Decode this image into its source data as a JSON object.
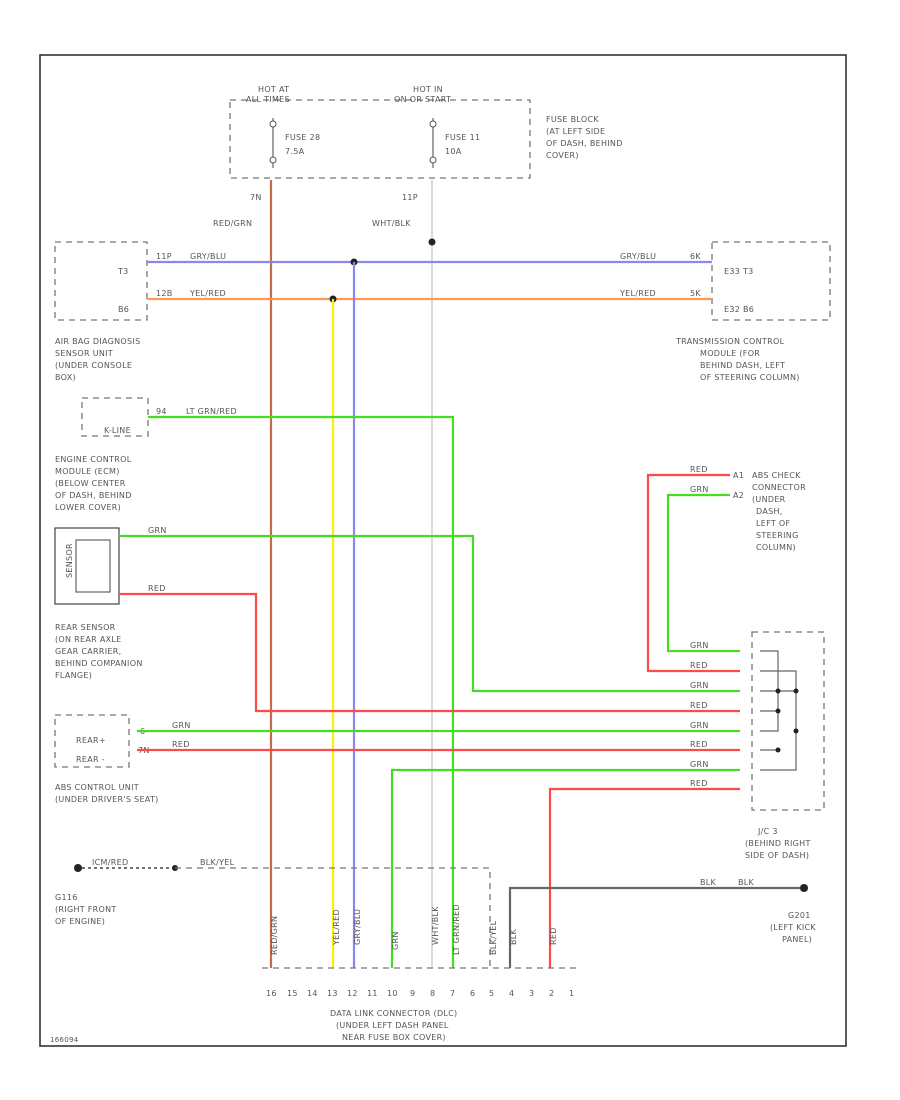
{
  "colors": {
    "red": "#ff4a4a",
    "green": "#44dd22",
    "blue": "#8a88ee",
    "orange": "#ff9a55",
    "yellow": "#ffee00",
    "white": "#cccccc",
    "gray": "#666666",
    "brown": "#c86a4a"
  },
  "fuse_block": {
    "hot_at_1": "HOT AT",
    "hot_at_1_sub": "ALL TIMES",
    "hot_at_2": "HOT IN",
    "hot_at_2_sub": "ON OR START",
    "fuse_1": "FUSE 28",
    "fuse_1_amp": "7.5A",
    "fuse_2": "FUSE 11",
    "fuse_2_amp": "10A",
    "desc": [
      "FUSE BLOCK",
      "(AT LEFT SIDE",
      "OF DASH, BEHIND",
      "COVER)"
    ]
  },
  "wires_top": {
    "red_pin": "7N",
    "red_label": "RED/GRN",
    "white_pin": "11P",
    "white_label": "WHT/BLK"
  },
  "airbag": {
    "pin1": "T3",
    "pin2": "B6",
    "desc": [
      "AIR BAG DIAGNOSIS",
      "SENSOR UNIT",
      "(UNDER CONSOLE",
      "BOX)"
    ]
  },
  "tcm": {
    "pin1": "E33 T3",
    "pin2": "E32 B6",
    "desc": [
      "TRANSMISSION CONTROL",
      "MODULE (FOR",
      "BEHIND DASH, LEFT",
      "OF STEERING COLUMN)"
    ]
  },
  "wire_labels": {
    "blue": "GRY/BLU",
    "blue_pin_l": "11P",
    "blue_pin_r": "6K",
    "orange": "YEL/RED",
    "orange_pin_l": "12B",
    "orange_pin_r": "5K",
    "ecm": "LT GRN/RED",
    "ecm_pin": "94",
    "green": "GRN",
    "red": "RED",
    "grn_r": "GRN",
    "red_r": "RED"
  },
  "ecm": {
    "label": "K-LINE",
    "desc": [
      "ENGINE CONTROL",
      "MODULE (ECM)",
      "(BELOW CENTER",
      "OF DASH, BEHIND",
      "LOWER COVER)"
    ]
  },
  "rear_sensor": {
    "label": "SENSOR",
    "desc": [
      "REAR SENSOR",
      "(ON REAR AXLE",
      "GEAR CARRIER,",
      "BEHIND COMPANION",
      "FLANGE)"
    ]
  },
  "abs_check": {
    "pin1": "A1",
    "pin2": "A2",
    "desc": [
      "ABS CHECK",
      "CONNECTOR",
      "(UNDER",
      "DASH,",
      "LEFT OF",
      "STEERING",
      "COLUMN)"
    ]
  },
  "abs_unit": {
    "rear1": "REAR+",
    "rear2": "REAR -",
    "pin1": "6",
    "pin2": "7N",
    "desc": [
      "ABS CONTROL UNIT",
      "(UNDER DRIVER'S SEAT)"
    ]
  },
  "jc": {
    "desc": [
      "J/C 3",
      "(BEHIND RIGHT",
      "SIDE OF DASH)"
    ],
    "labels": [
      "GRN",
      "RED",
      "GRN",
      "RED",
      "GRN",
      "RED",
      "GRN",
      "RED"
    ]
  },
  "ground": {
    "g116_wire": "ICM/RED",
    "g116_wire2": "BLK/YEL",
    "g116_desc": [
      "G116",
      "(RIGHT FRONT",
      "OF ENGINE)"
    ],
    "g201_wire": "BLK",
    "g201_wire2": "BLK",
    "g201_desc": [
      "G201",
      "(LEFT KICK",
      "PANEL)"
    ]
  },
  "dlc": {
    "wire_labels": [
      "RED/GRN",
      "YEL/RED",
      "GRY/BLU",
      "GRN",
      "WHT/BLK",
      "LT GRN/RED",
      "BLK/YEL",
      "BLK",
      "RED"
    ],
    "pins": [
      "16",
      "15",
      "14",
      "13",
      "12",
      "11",
      "10",
      "9",
      "8",
      "7",
      "6",
      "5",
      "4",
      "3",
      "2",
      "1"
    ],
    "desc": [
      "DATA LINK CONNECTOR (DLC)",
      "(UNDER LEFT DASH PANEL",
      "NEAR FUSE BOX COVER)"
    ]
  },
  "footer": "166094"
}
